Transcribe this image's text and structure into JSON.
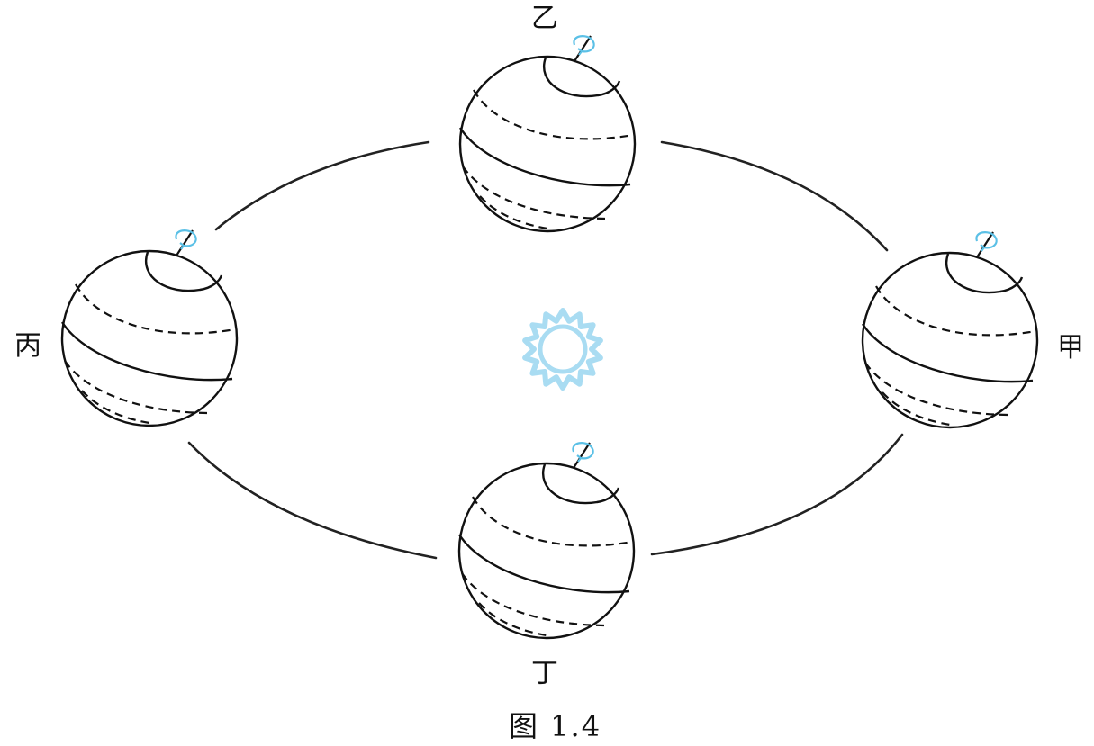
{
  "positions": {
    "jia": {
      "label": "甲"
    },
    "yi": {
      "label": "乙"
    },
    "bing": {
      "label": "丙"
    },
    "ding": {
      "label": "丁"
    }
  },
  "caption": "图 1.4",
  "colors": {
    "sun": "#a9dcf2",
    "rotation_arrow": "#5bc0e6",
    "line": "#111111"
  },
  "icons": {
    "sun": "sun-icon",
    "rotation": "rotation-arrow-icon"
  }
}
